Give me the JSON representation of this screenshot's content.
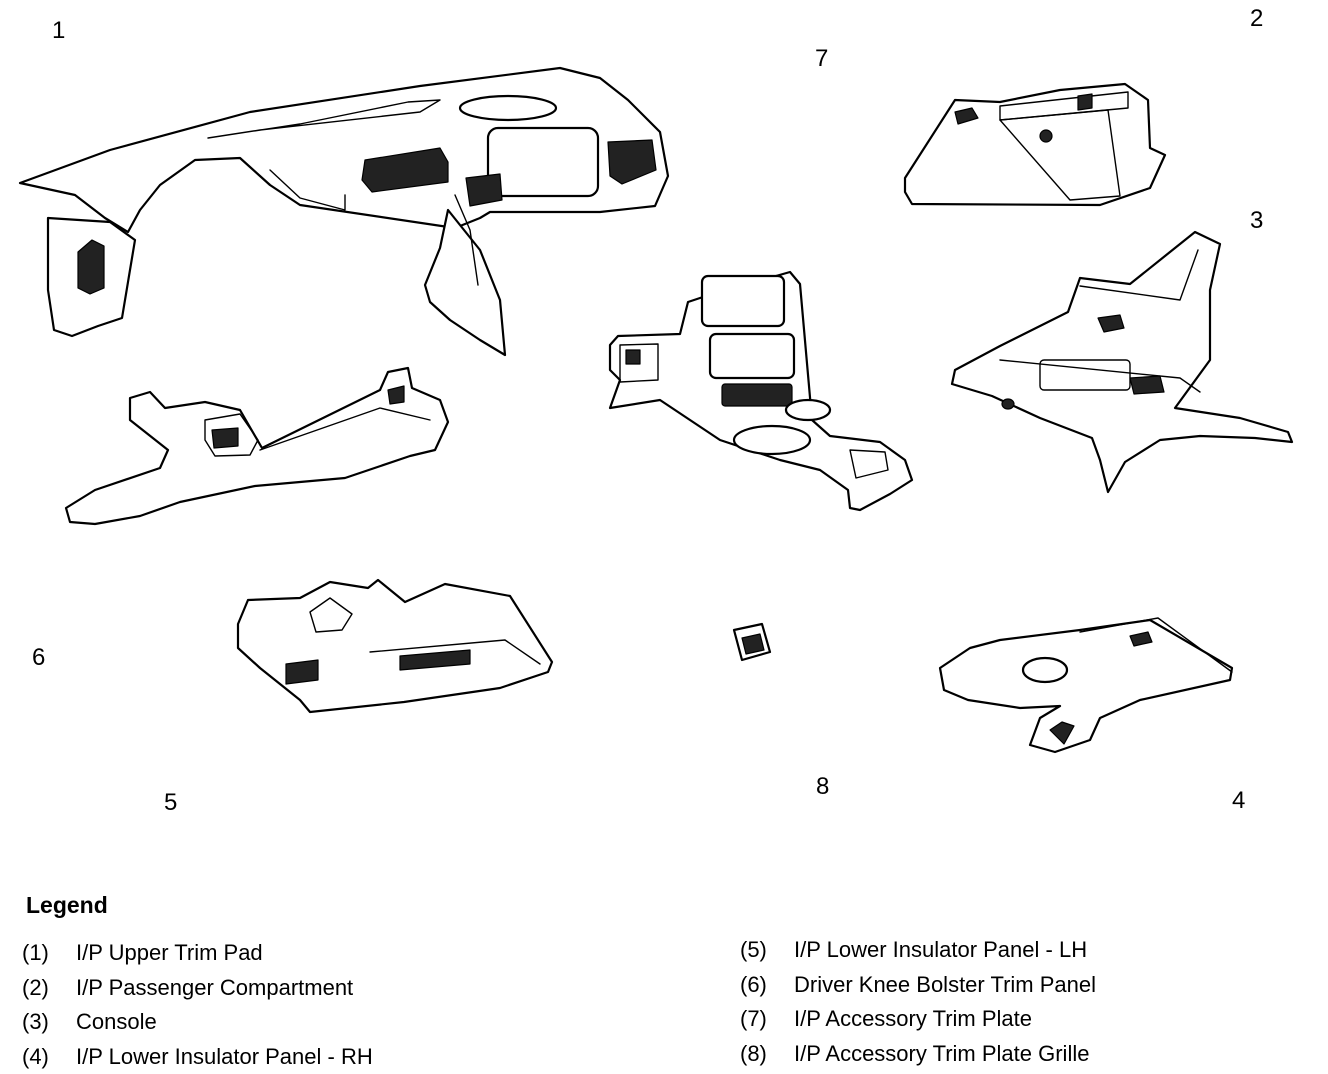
{
  "diagram": {
    "callouts": {
      "c1": "1",
      "c2": "2",
      "c3": "3",
      "c4": "4",
      "c5": "5",
      "c6": "6",
      "c7": "7",
      "c8": "8"
    }
  },
  "legend": {
    "title": "Legend",
    "items": [
      {
        "num": "(1)",
        "label": "I/P Upper Trim Pad"
      },
      {
        "num": "(2)",
        "label": "I/P Passenger Compartment"
      },
      {
        "num": "(3)",
        "label": "Console"
      },
      {
        "num": "(4)",
        "label": "I/P Lower Insulator Panel - RH"
      },
      {
        "num": "(5)",
        "label": "I/P Lower Insulator Panel - LH"
      },
      {
        "num": "(6)",
        "label": "Driver Knee Bolster Trim Panel"
      },
      {
        "num": "(7)",
        "label": "I/P Accessory Trim Plate"
      },
      {
        "num": "(8)",
        "label": "I/P Accessory Trim Plate Grille"
      }
    ]
  }
}
